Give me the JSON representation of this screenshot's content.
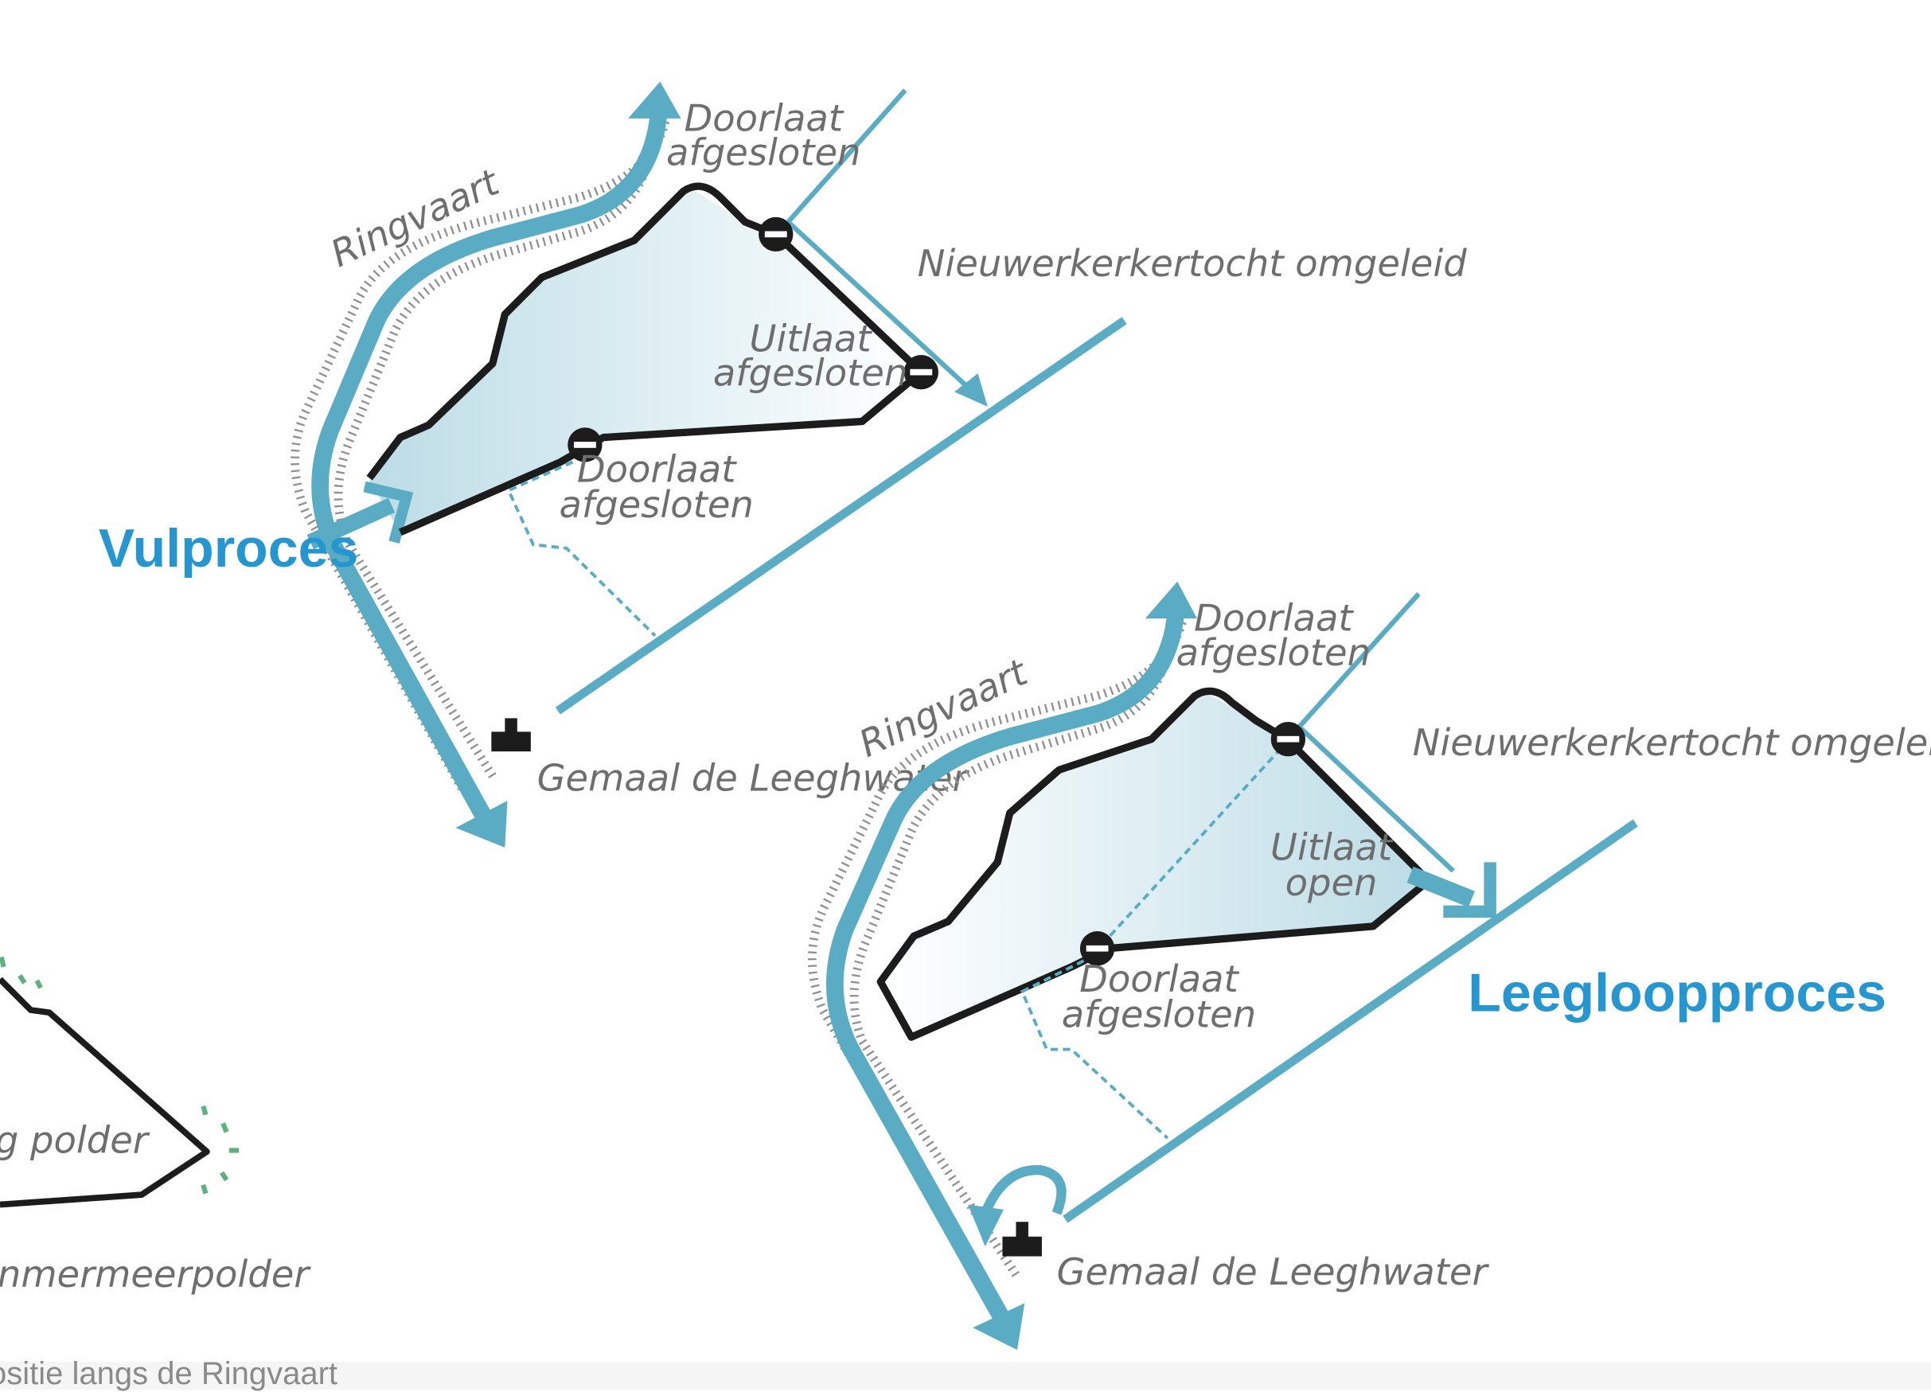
{
  "colors": {
    "water": "#5aacc4",
    "dike": "#1c1c1c",
    "label": "#6e6e6e",
    "title": "#2596cf",
    "polder_fill": "#bcdce6",
    "signal": "#5fb080"
  },
  "icons": {
    "closed": "minus-circle-icon",
    "pumping_station": "pumping-station-icon"
  },
  "left_partial": {
    "polder_label": "g polder",
    "region_label": "nmermeerpolder"
  },
  "caption": "ositie langs de Ringvaart",
  "diagram_top": {
    "title": "Vulproces",
    "ringvaart": "Ringvaart",
    "inlet_top_1": "Doorlaat",
    "inlet_top_2": "afgesloten",
    "tocht": "Nieuwerkerkertocht omgeleid",
    "outlet_1": "Uitlaat",
    "outlet_2": "afgesloten",
    "inlet_bottom_1": "Doorlaat",
    "inlet_bottom_2": "afgesloten",
    "gemaal": "Gemaal de Leeghwater"
  },
  "diagram_bottom": {
    "title": "Leegloopproces",
    "ringvaart": "Ringvaart",
    "inlet_top_1": "Doorlaat",
    "inlet_top_2": "afgesloten",
    "tocht": "Nieuwerkerkertocht omgeleid",
    "outlet_1": "Uitlaat",
    "outlet_2": "open",
    "inlet_bottom_1": "Doorlaat",
    "inlet_bottom_2": "afgesloten",
    "gemaal": "Gemaal de Leeghwater"
  }
}
